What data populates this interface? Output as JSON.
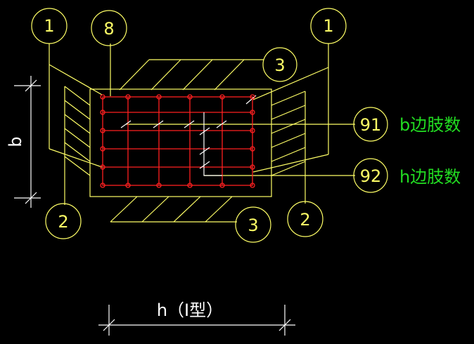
{
  "colors": {
    "background": "#000000",
    "callout": "#ffff66",
    "rebar": "#ff2020",
    "dimension": "#ffffff",
    "note": "#22dd22"
  },
  "bubbles": {
    "b1_left": "1",
    "b8": "8",
    "b1_right": "1",
    "b3_top": "3",
    "b91": "91",
    "b92": "92",
    "b2_left": "2",
    "b3_bottom": "3",
    "b2_right": "2"
  },
  "notes": {
    "b_side": "b边肢数",
    "h_side": "h边肢数"
  },
  "dimensions": {
    "b_label": "b",
    "h_label": "h（I型）"
  }
}
